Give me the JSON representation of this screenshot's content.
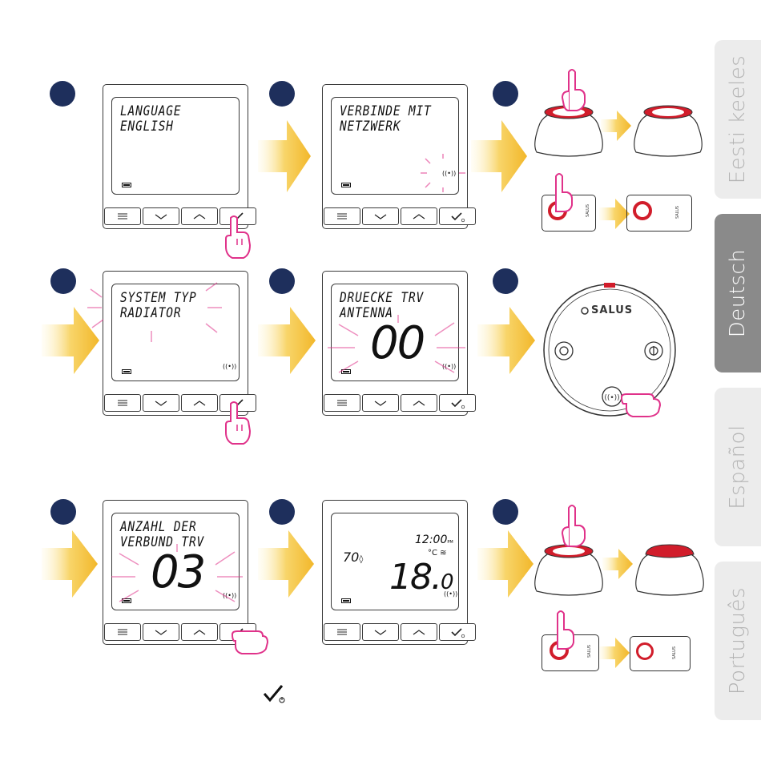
{
  "tabs": [
    {
      "label": "Eesti keeles",
      "active": false
    },
    {
      "label": "Deutsch",
      "active": true
    },
    {
      "label": "Español",
      "active": false
    },
    {
      "label": "Português",
      "active": false
    }
  ],
  "screens": {
    "s1": {
      "line1": "LANGUAGE",
      "line2": "ENGLISH"
    },
    "s2": {
      "line1": "VERBINDE MIT",
      "line2": "NETZWERK"
    },
    "s4": {
      "line1": "SYSTEM TYP",
      "line2": "RADIATOR"
    },
    "s5": {
      "line1": "DRUECKE TRV",
      "line2": "ANTENNA",
      "big": "00"
    },
    "s7": {
      "line1": "ANZAHL DER",
      "line2": "VERBUND TRV",
      "big": "03"
    },
    "s8": {
      "time": "12:00",
      "ampm": "PM",
      "humidity": "70",
      "temp_main": "18.",
      "temp_dec": "0",
      "unit": "°C"
    }
  },
  "brand": "SALUS",
  "icons": {
    "menu": "menu-icon",
    "down": "chevron-down-icon",
    "up": "chevron-up-icon",
    "check": "check-icon",
    "check_power": "check-power-icon",
    "hand": "pointing-hand-icon",
    "arrow": "arrow-right-icon",
    "wifi": "wireless-icon",
    "battery": "battery-icon",
    "heat": "heating-icon",
    "drop": "drop-icon"
  },
  "colors": {
    "accent_red": "#d11d2b",
    "highlight_pink": "#e0328a",
    "arrow_yellow": "#f4c233",
    "step_navy": "#1e2f5c"
  }
}
